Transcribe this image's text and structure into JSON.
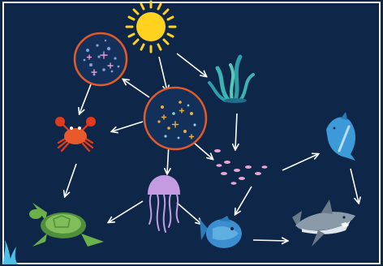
{
  "diagram": {
    "type": "marine-food-web",
    "background_color": "#0e2748",
    "frame_color": "#ffffff",
    "arrow_color": "#ffffff",
    "highlight_ring_color": "#e05a2b",
    "organisms": [
      {
        "id": "sun",
        "icon": "sun-icon",
        "color": "#ffd21f"
      },
      {
        "id": "phytoplankton",
        "icon": "phytoplankton-icon",
        "color": "#8a9bd8",
        "highlighted": true
      },
      {
        "id": "zooplankton",
        "icon": "zooplankton-icon",
        "color": "#e8b040",
        "highlighted": true
      },
      {
        "id": "seaweed",
        "icon": "seaweed-icon",
        "color": "#3cb4b4"
      },
      {
        "id": "crab",
        "icon": "crab-icon",
        "color": "#e03a1c"
      },
      {
        "id": "small-fish",
        "icon": "small-fish-school-icon",
        "color": "#e8a6d6"
      },
      {
        "id": "dolphin",
        "icon": "dolphin-icon",
        "color": "#3c9ad8"
      },
      {
        "id": "jellyfish",
        "icon": "jellyfish-icon",
        "color": "#c49ae0"
      },
      {
        "id": "sea-turtle",
        "icon": "sea-turtle-icon",
        "color": "#6cb04c"
      },
      {
        "id": "reef-fish",
        "icon": "reef-fish-icon",
        "color": "#3c8ed0"
      },
      {
        "id": "shark",
        "icon": "shark-icon",
        "color": "#8a9aa8"
      },
      {
        "id": "coral",
        "icon": "coral-icon",
        "color": "#4ec0e8"
      }
    ],
    "links": [
      {
        "from": "sun",
        "to": "zooplankton"
      },
      {
        "from": "sun",
        "to": "seaweed"
      },
      {
        "from": "zooplankton",
        "to": "phytoplankton"
      },
      {
        "from": "phytoplankton",
        "to": "crab"
      },
      {
        "from": "zooplankton",
        "to": "crab"
      },
      {
        "from": "zooplankton",
        "to": "jellyfish"
      },
      {
        "from": "zooplankton",
        "to": "small-fish"
      },
      {
        "from": "seaweed",
        "to": "small-fish"
      },
      {
        "from": "small-fish",
        "to": "dolphin"
      },
      {
        "from": "small-fish",
        "to": "reef-fish"
      },
      {
        "from": "crab",
        "to": "sea-turtle"
      },
      {
        "from": "jellyfish",
        "to": "sea-turtle"
      },
      {
        "from": "jellyfish",
        "to": "reef-fish"
      },
      {
        "from": "reef-fish",
        "to": "shark"
      },
      {
        "from": "dolphin",
        "to": "shark"
      }
    ]
  }
}
